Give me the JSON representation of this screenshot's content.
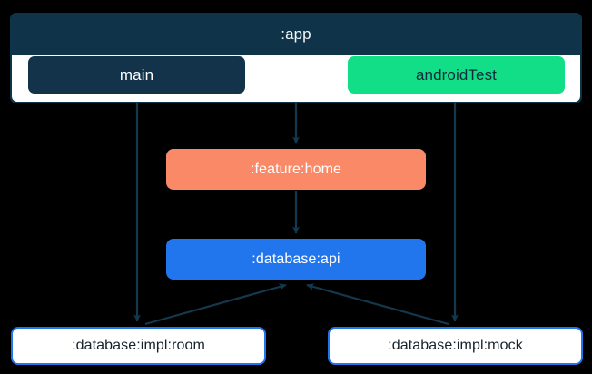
{
  "diagram": {
    "title": ":app",
    "background_color": "#000000",
    "edge_color": "#14384D",
    "clusters": [
      {
        "id": "app",
        "label": ":app",
        "fill": "#0F3449",
        "body_fill": "#FFFFFF",
        "label_color": "#F4F8FA"
      }
    ],
    "nodes": [
      {
        "id": "main",
        "label": "main",
        "fill": "#123349",
        "text_color": "#FFFFFF",
        "shape": "rounded-rect"
      },
      {
        "id": "androidTest",
        "label": "androidTest",
        "fill": "#13DE88",
        "text_color": "#0C2B3A",
        "shape": "rounded-rect"
      },
      {
        "id": "feature-home",
        "label": ":feature:home",
        "fill": "#FA8A67",
        "text_color": "#FFFFFF",
        "shape": "rounded-rect"
      },
      {
        "id": "database-api",
        "label": ":database:api",
        "fill": "#2176EE",
        "text_color": "#FFFFFF",
        "shape": "rounded-rect"
      },
      {
        "id": "database-impl-room",
        "label": ":database:impl:room",
        "fill": "#FFFFFF",
        "stroke": "#2176EE",
        "text_color": "#16222B",
        "shape": "rounded-rect"
      },
      {
        "id": "database-impl-mock",
        "label": ":database:impl:mock",
        "fill": "#FFFFFF",
        "stroke": "#2176EE",
        "text_color": "#16222B",
        "shape": "rounded-rect"
      }
    ],
    "edges": [
      {
        "from": "main",
        "to": "database-impl-room",
        "style": "solid",
        "arrow": "end"
      },
      {
        "from": "app",
        "to": "feature-home",
        "style": "solid",
        "arrow": "end"
      },
      {
        "from": "androidTest",
        "to": "database-impl-mock",
        "style": "solid",
        "arrow": "end"
      },
      {
        "from": "feature-home",
        "to": "database-api",
        "style": "solid",
        "arrow": "end"
      },
      {
        "from": "database-impl-room",
        "to": "database-api",
        "style": "solid",
        "arrow": "end"
      },
      {
        "from": "database-impl-mock",
        "to": "database-api",
        "style": "solid",
        "arrow": "end"
      }
    ]
  }
}
